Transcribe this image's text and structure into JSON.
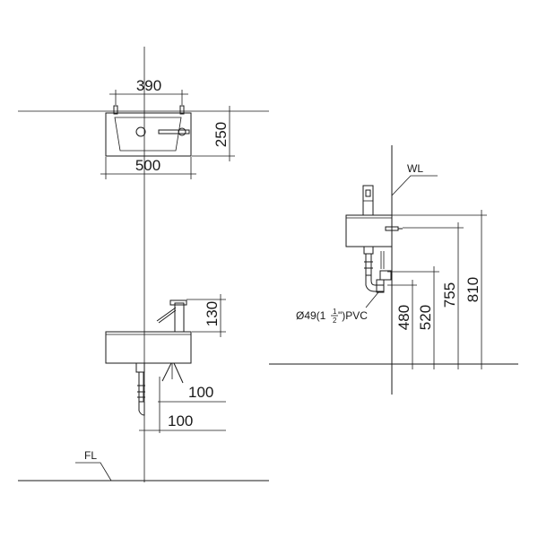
{
  "top_view": {
    "dim_top": "390",
    "dim_right": "250",
    "dim_bottom": "500"
  },
  "front_view": {
    "dim_faucet": "130",
    "dim_drain_upper": "100",
    "dim_drain_lower": "100",
    "floor_label": "FL"
  },
  "side_view": {
    "wall_label": "WL",
    "pipe_prefix": "Ø49(1",
    "pipe_frac_num": "1",
    "pipe_frac_den": "2",
    "pipe_suffix": "\")PVC",
    "dim_480": "480",
    "dim_520": "520",
    "dim_755": "755",
    "dim_810": "810"
  }
}
